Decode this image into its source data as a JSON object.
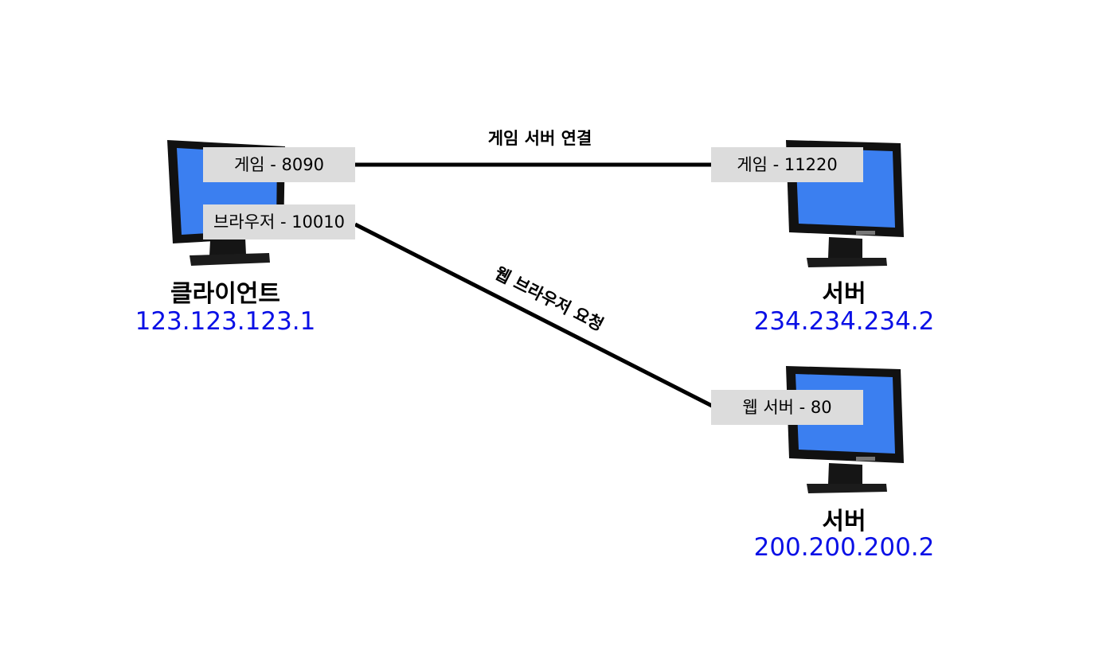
{
  "colors": {
    "screen": "#3b7ff0",
    "ip_text": "#0a10e6",
    "label_bg": "#dcdcdc",
    "line": "#000000"
  },
  "client": {
    "name": "클라이언트",
    "ip": "123.123.123.1",
    "ports": {
      "game": "게임 - 8090",
      "browser": "브라우저 - 10010"
    }
  },
  "game_server": {
    "name": "서버",
    "ip": "234.234.234.2",
    "port": "게임 - 11220"
  },
  "web_server": {
    "name": "서버",
    "ip": "200.200.200.2",
    "port": "웹 서버 - 80"
  },
  "connections": {
    "game": "게임 서버 연결",
    "web": "웹 브라우저 요청"
  },
  "icons": {
    "node": "computer-monitor-icon"
  }
}
